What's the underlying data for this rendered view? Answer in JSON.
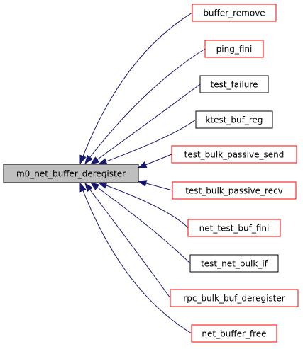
{
  "colors": {
    "edge": "#191970",
    "center_fill": "#bfbfbf",
    "center_border": "#000000",
    "linked_border": "#ff0000",
    "plain_border": "#000000",
    "node_fill": "#ffffff"
  },
  "center": {
    "label": "m0_net_buffer_deregister"
  },
  "callers": [
    {
      "label": "buffer_remove",
      "border": "red"
    },
    {
      "label": "ping_fini",
      "border": "red"
    },
    {
      "label": "test_failure",
      "border": "black"
    },
    {
      "label": "ktest_buf_reg",
      "border": "black"
    },
    {
      "label": "test_bulk_passive_send",
      "border": "red"
    },
    {
      "label": "test_bulk_passive_recv",
      "border": "red"
    },
    {
      "label": "net_test_buf_fini",
      "border": "red"
    },
    {
      "label": "test_net_bulk_if",
      "border": "black"
    },
    {
      "label": "rpc_bulk_buf_deregister",
      "border": "red"
    },
    {
      "label": "net_buffer_free",
      "border": "red"
    }
  ]
}
